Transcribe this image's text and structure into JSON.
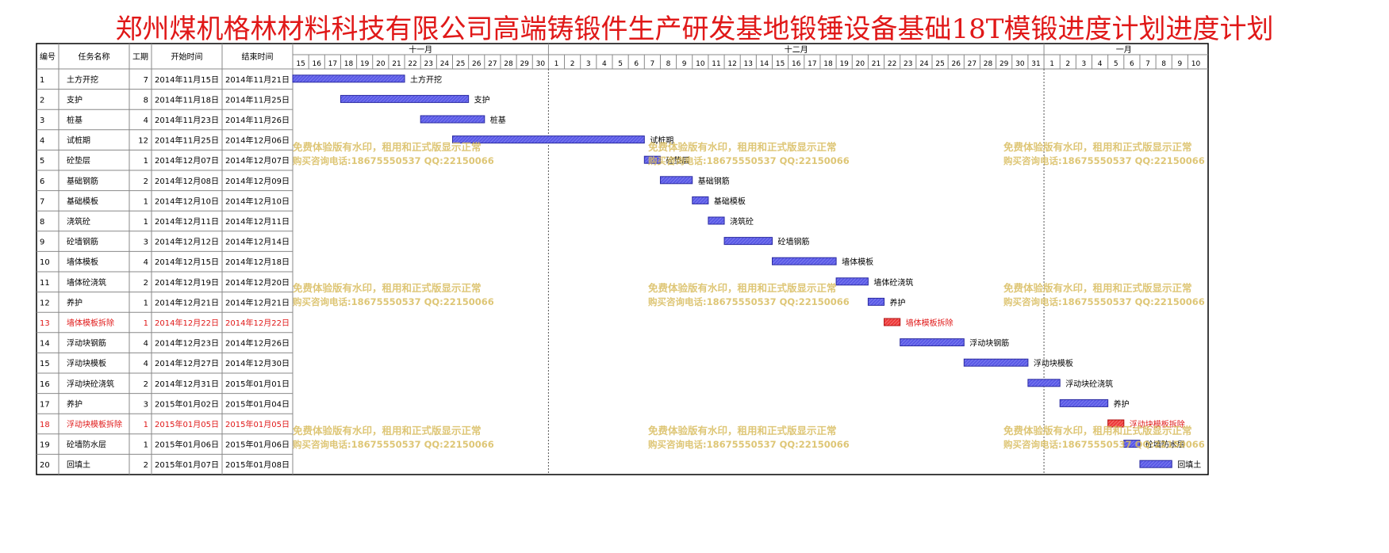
{
  "title": "郑州煤机格林材料科技有限公司高端铸锻件生产研发基地锻锤设备基础18T模锻进度计划进度计划",
  "columns": {
    "id": "编号",
    "name": "任务名称",
    "duration": "工期",
    "start": "开始时间",
    "end": "结束时间"
  },
  "months": [
    {
      "label": "十一月",
      "days": [
        "15",
        "16",
        "17",
        "18",
        "19",
        "20",
        "21",
        "22",
        "23",
        "24",
        "25",
        "26",
        "27",
        "28",
        "29",
        "30"
      ]
    },
    {
      "label": "十二月",
      "days": [
        "1",
        "2",
        "3",
        "4",
        "5",
        "6",
        "7",
        "8",
        "9",
        "10",
        "11",
        "12",
        "13",
        "14",
        "15",
        "16",
        "17",
        "18",
        "19",
        "20",
        "21",
        "22",
        "23",
        "24",
        "25",
        "26",
        "27",
        "28",
        "29",
        "30",
        "31"
      ]
    },
    {
      "label": "一月",
      "days": [
        "1",
        "2",
        "3",
        "4",
        "5",
        "6",
        "7",
        "8",
        "9",
        "10"
      ]
    }
  ],
  "timeline_start": "2014-11-15",
  "tasks": [
    {
      "id": "1",
      "name": "土方开挖",
      "duration": 7,
      "start": "2014年11月15日",
      "end": "2014年11月21日",
      "critical": false
    },
    {
      "id": "2",
      "name": "支护",
      "duration": 8,
      "start": "2014年11月18日",
      "end": "2014年11月25日",
      "critical": false
    },
    {
      "id": "3",
      "name": "桩基",
      "duration": 4,
      "start": "2014年11月23日",
      "end": "2014年11月26日",
      "critical": false
    },
    {
      "id": "4",
      "name": "试桩期",
      "duration": 12,
      "start": "2014年11月25日",
      "end": "2014年12月06日",
      "critical": false
    },
    {
      "id": "5",
      "name": "砼垫层",
      "duration": 1,
      "start": "2014年12月07日",
      "end": "2014年12月07日",
      "critical": false
    },
    {
      "id": "6",
      "name": "基础钢筋",
      "duration": 2,
      "start": "2014年12月08日",
      "end": "2014年12月09日",
      "critical": false
    },
    {
      "id": "7",
      "name": "基础模板",
      "duration": 1,
      "start": "2014年12月10日",
      "end": "2014年12月10日",
      "critical": false
    },
    {
      "id": "8",
      "name": "浇筑砼",
      "duration": 1,
      "start": "2014年12月11日",
      "end": "2014年12月11日",
      "critical": false
    },
    {
      "id": "9",
      "name": "砼墙钢筋",
      "duration": 3,
      "start": "2014年12月12日",
      "end": "2014年12月14日",
      "critical": false
    },
    {
      "id": "10",
      "name": "墙体模板",
      "duration": 4,
      "start": "2014年12月15日",
      "end": "2014年12月18日",
      "critical": false
    },
    {
      "id": "11",
      "name": "墙体砼浇筑",
      "duration": 2,
      "start": "2014年12月19日",
      "end": "2014年12月20日",
      "critical": false
    },
    {
      "id": "12",
      "name": "养护",
      "duration": 1,
      "start": "2014年12月21日",
      "end": "2014年12月21日",
      "critical": false
    },
    {
      "id": "13",
      "name": "墙体模板拆除",
      "duration": 1,
      "start": "2014年12月22日",
      "end": "2014年12月22日",
      "critical": true
    },
    {
      "id": "14",
      "name": "浮动块钢筋",
      "duration": 4,
      "start": "2014年12月23日",
      "end": "2014年12月26日",
      "critical": false
    },
    {
      "id": "15",
      "name": "浮动块模板",
      "duration": 4,
      "start": "2014年12月27日",
      "end": "2014年12月30日",
      "critical": false
    },
    {
      "id": "16",
      "name": "浮动块砼浇筑",
      "duration": 2,
      "start": "2014年12月31日",
      "end": "2015年01月01日",
      "critical": false
    },
    {
      "id": "17",
      "name": "养护",
      "duration": 3,
      "start": "2015年01月02日",
      "end": "2015年01月04日",
      "critical": false
    },
    {
      "id": "18",
      "name": "浮动块模板拆除",
      "duration": 1,
      "start": "2015年01月05日",
      "end": "2015年01月05日",
      "critical": true
    },
    {
      "id": "19",
      "name": "砼墙防水层",
      "duration": 1,
      "start": "2015年01月06日",
      "end": "2015年01月06日",
      "critical": false
    },
    {
      "id": "20",
      "name": "回填土",
      "duration": 2,
      "start": "2015年01月07日",
      "end": "2015年01月08日",
      "critical": false
    }
  ],
  "watermark": {
    "line1": "免费体验版有水印，租用和正式版显示正常",
    "line2": "购买咨询电话:18675550537 QQ:22150066"
  },
  "colors": {
    "title": "#e01818",
    "bar": "#5a5ae6",
    "bar_critical": "#ee3b3b",
    "critical_text": "#e01818",
    "watermark": "#d8bc5e",
    "grid": "#888888"
  }
}
